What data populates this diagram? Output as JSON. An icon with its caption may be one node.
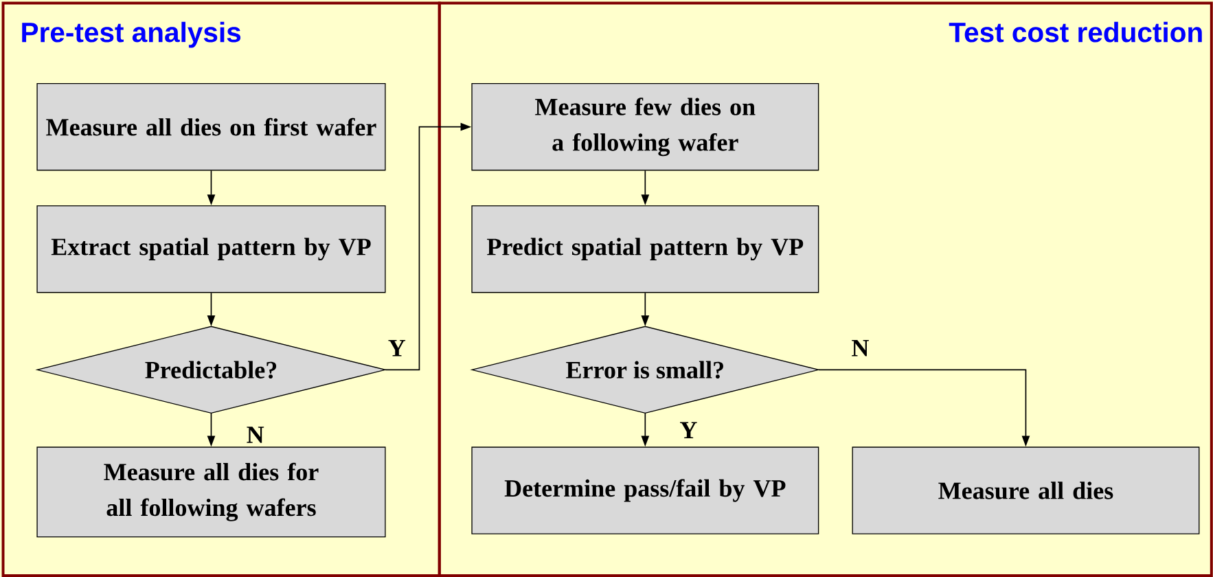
{
  "diagram": {
    "nodes": [
      {
        "text": [
          "Pre-test analysis"
        ]
      },
      {
        "text": [
          "Measure all dies on first wafer"
        ],
        "in": 0
      },
      {
        "text": [
          "Extract spatial pattern by VP"
        ],
        "in": 0
      },
      {
        "text": [
          "Predictable?"
        ],
        "in": 0
      },
      {
        "text": [
          "Measure all dies for all following wafers"
        ],
        "in": 0
      },
      {
        "text": [
          "Test cost reduction"
        ]
      },
      {
        "text": [
          "Measure few dies on a following wafer"
        ],
        "in": 5
      },
      {
        "text": [
          "Predict spatial pattern by VP"
        ],
        "in": 5
      },
      {
        "text": [
          "Error is small?"
        ],
        "in": 5
      },
      {
        "text": [
          "Determine pass/fail by VP"
        ],
        "in": 5
      },
      {
        "text": [
          "Measure all dies"
        ],
        "in": 5
      }
    ],
    "edges": [
      {
        "from": 1,
        "to": 2,
        "arrow": "to"
      },
      {
        "from": 2,
        "to": 3,
        "arrow": "to"
      },
      {
        "from": 3,
        "to": 4,
        "arrow": "to",
        "label": "N"
      },
      {
        "from": 3,
        "to": 6,
        "arrow": "to",
        "label": "Y"
      },
      {
        "from": 6,
        "to": 7,
        "arrow": "to"
      },
      {
        "from": 7,
        "to": 8,
        "arrow": "to"
      },
      {
        "from": 8,
        "to": 9,
        "arrow": "to",
        "label": "Y"
      },
      {
        "from": 8,
        "to": 10,
        "arrow": "to",
        "label": "N"
      }
    ]
  }
}
